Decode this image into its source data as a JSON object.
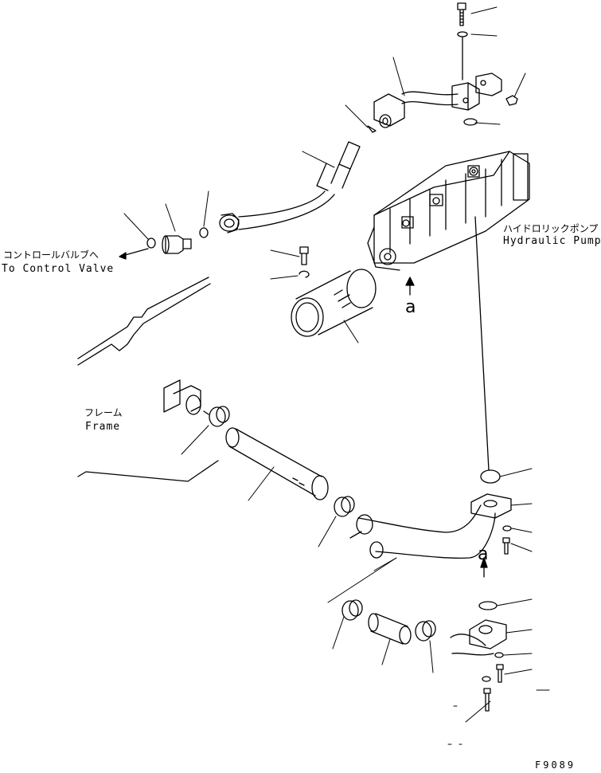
{
  "labels": {
    "hydraulic_pump_jp": "ハイドロリックポンプ",
    "hydraulic_pump_en": "Hydraulic Pump",
    "control_valve_jp": "コントロールバルブへ",
    "control_valve_en": "To Control Valve",
    "frame_jp": "フレーム",
    "frame_en": "Frame",
    "ref_a_upper": "a",
    "ref_a_lower": "a",
    "figure_number": "F9089"
  }
}
